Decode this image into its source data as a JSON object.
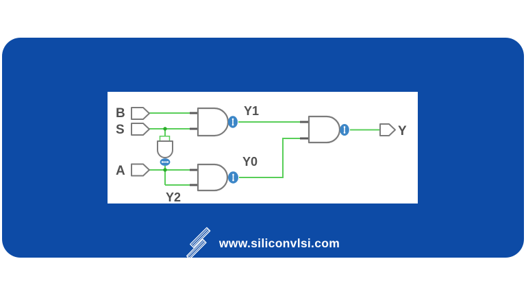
{
  "card": {
    "color": "#0d4ba6"
  },
  "circuit_panel": {
    "background": "#ffffff",
    "labels": {
      "b": "B",
      "s": "S",
      "a": "A",
      "y": "Y",
      "y1": "Y1",
      "y0": "Y0",
      "y2": "Y2"
    },
    "gates": [
      {
        "name": "nand-top",
        "inputs": [
          "B",
          "S"
        ],
        "output_net": "Y1"
      },
      {
        "name": "nand-bottom",
        "inputs": [
          "A",
          "Y2"
        ],
        "output_net": "Y0"
      },
      {
        "name": "nand-output",
        "inputs": [
          "Y1",
          "Y0"
        ],
        "output_net": "Y"
      },
      {
        "name": "inverter-vertical",
        "input": "S",
        "output_net": "Y2"
      }
    ],
    "colors": {
      "wire": "#58ce58",
      "junction": "#2aae2a",
      "gate_outline": "#7b7b7b",
      "input_stub": "#5a5a5a",
      "bubble": "#3c86c7",
      "label": "#505050"
    }
  },
  "footer": {
    "site_text": "www.siliconvlsi.com",
    "logo_icon": "lightning-s-logo"
  }
}
